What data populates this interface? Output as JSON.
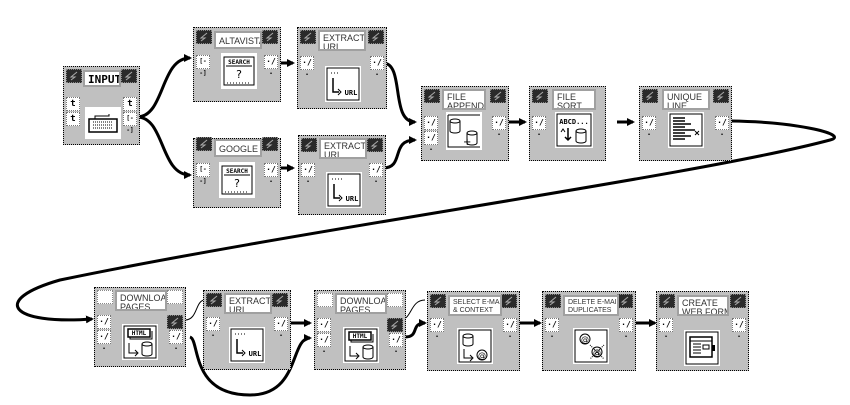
{
  "diagram": {
    "type": "dataflow-pipeline",
    "blocks": [
      {
        "id": "input",
        "title": "INPUT",
        "icon": "keyboard-icon",
        "inputs": [
          "t",
          "t"
        ],
        "outputs": [
          "t",
          "[--]"
        ]
      },
      {
        "id": "altavista",
        "title": "ALTAVISTA",
        "icon": "search-icon",
        "icon_label": "SEARCH",
        "icon_glyph": "?",
        "inputs": [
          "[--]"
        ],
        "outputs": [
          "-/-"
        ]
      },
      {
        "id": "extract_url_1",
        "title": "EXTRACT\nURL",
        "icon": "extract-url-icon",
        "icon_label": "URL",
        "inputs": [
          "-/-"
        ],
        "outputs": [
          "-/-"
        ]
      },
      {
        "id": "google",
        "title": "GOOGLE",
        "icon": "search-icon",
        "icon_label": "SEARCH",
        "icon_glyph": "?",
        "inputs": [
          "[--]"
        ],
        "outputs": [
          "-/-"
        ]
      },
      {
        "id": "extract_url_2",
        "title": "EXTRACT\nURL",
        "icon": "extract-url-icon",
        "icon_label": "URL",
        "inputs": [
          "-/-"
        ],
        "outputs": [
          "-/-"
        ]
      },
      {
        "id": "file_append",
        "title": "FILE\nAPPEND",
        "icon": "file-append-icon",
        "inputs": [
          "-/-",
          "-/-"
        ],
        "outputs": [
          "-/-"
        ]
      },
      {
        "id": "file_sort",
        "title": "FILE\nSORT",
        "icon": "file-sort-icon",
        "icon_label": "ABCD...",
        "inputs": [
          "-/-"
        ],
        "outputs": [
          "-/-"
        ]
      },
      {
        "id": "unique_line",
        "title": "UNIQUE\nLINE",
        "icon": "unique-line-icon",
        "inputs": [
          "-/-"
        ],
        "outputs": [
          "-/-"
        ]
      },
      {
        "id": "download_pages_1",
        "title": "DOWNLOAD\nPAGES",
        "icon": "download-html-icon",
        "icon_label": "HTML",
        "inputs": [
          "-/-",
          "-/-"
        ],
        "outputs": [
          "bolt",
          "-/-"
        ]
      },
      {
        "id": "extract_url_3",
        "title": "EXTRACT\nURL",
        "icon": "extract-url-icon",
        "icon_label": "URL",
        "inputs": [
          "-/-"
        ],
        "outputs": [
          "-/-"
        ]
      },
      {
        "id": "download_pages_2",
        "title": "DOWNLOAD\nPAGES",
        "icon": "download-html-icon",
        "icon_label": "HTML",
        "inputs": [
          "-/-",
          "-/-"
        ],
        "outputs": [
          "bolt",
          "-/-"
        ]
      },
      {
        "id": "select_email",
        "title": "SELECT E-MAIL\n& CONTEXT",
        "icon": "select-email-icon",
        "inputs": [
          "-/-"
        ],
        "outputs": [
          "-/-"
        ]
      },
      {
        "id": "delete_email_dup",
        "title": "DELETE E-MAIL\nDUPLICATES",
        "icon": "delete-email-icon",
        "inputs": [
          "-/-"
        ],
        "outputs": [
          "-/-"
        ]
      },
      {
        "id": "create_web_form",
        "title": "CREATE\nWEB FORM",
        "icon": "web-form-icon",
        "inputs": [
          "-/-"
        ],
        "outputs": [
          "-/-"
        ]
      }
    ],
    "connections": [
      [
        "input",
        "altavista"
      ],
      [
        "input",
        "google"
      ],
      [
        "altavista",
        "extract_url_1"
      ],
      [
        "google",
        "extract_url_2"
      ],
      [
        "extract_url_1",
        "file_append"
      ],
      [
        "extract_url_2",
        "file_append"
      ],
      [
        "file_append",
        "file_sort"
      ],
      [
        "file_sort",
        "unique_line"
      ],
      [
        "unique_line",
        "download_pages_1"
      ],
      [
        "download_pages_1",
        "extract_url_3"
      ],
      [
        "download_pages_1",
        "download_pages_2"
      ],
      [
        "extract_url_3",
        "download_pages_2"
      ],
      [
        "download_pages_2",
        "select_email"
      ],
      [
        "select_email",
        "delete_email_dup"
      ],
      [
        "delete_email_dup",
        "create_web_form"
      ]
    ]
  },
  "labels": {
    "input": "INPUT",
    "altavista": "ALTAVISTA",
    "google": "GOOGLE",
    "extract_url": "EXTRACT\nURL",
    "file_append": "FILE\nAPPEND",
    "file_sort": "FILE\nSORT",
    "unique_line": "UNIQUE\nLINE",
    "download_pages": "DOWNLOAD\nPAGES",
    "select_email": "SELECT E-MAIL\n& CONTEXT",
    "delete_email": "DELETE E-MAIL\nDUPLICATES",
    "create_web_form": "CREATE\nWEB FORM"
  },
  "ports": {
    "t": "t",
    "list": "[--]",
    "file": "·/·"
  },
  "icon_text": {
    "search": "SEARCH",
    "question": "?",
    "url": "URL",
    "html": "HTML",
    "abcd": "ABCD..."
  }
}
